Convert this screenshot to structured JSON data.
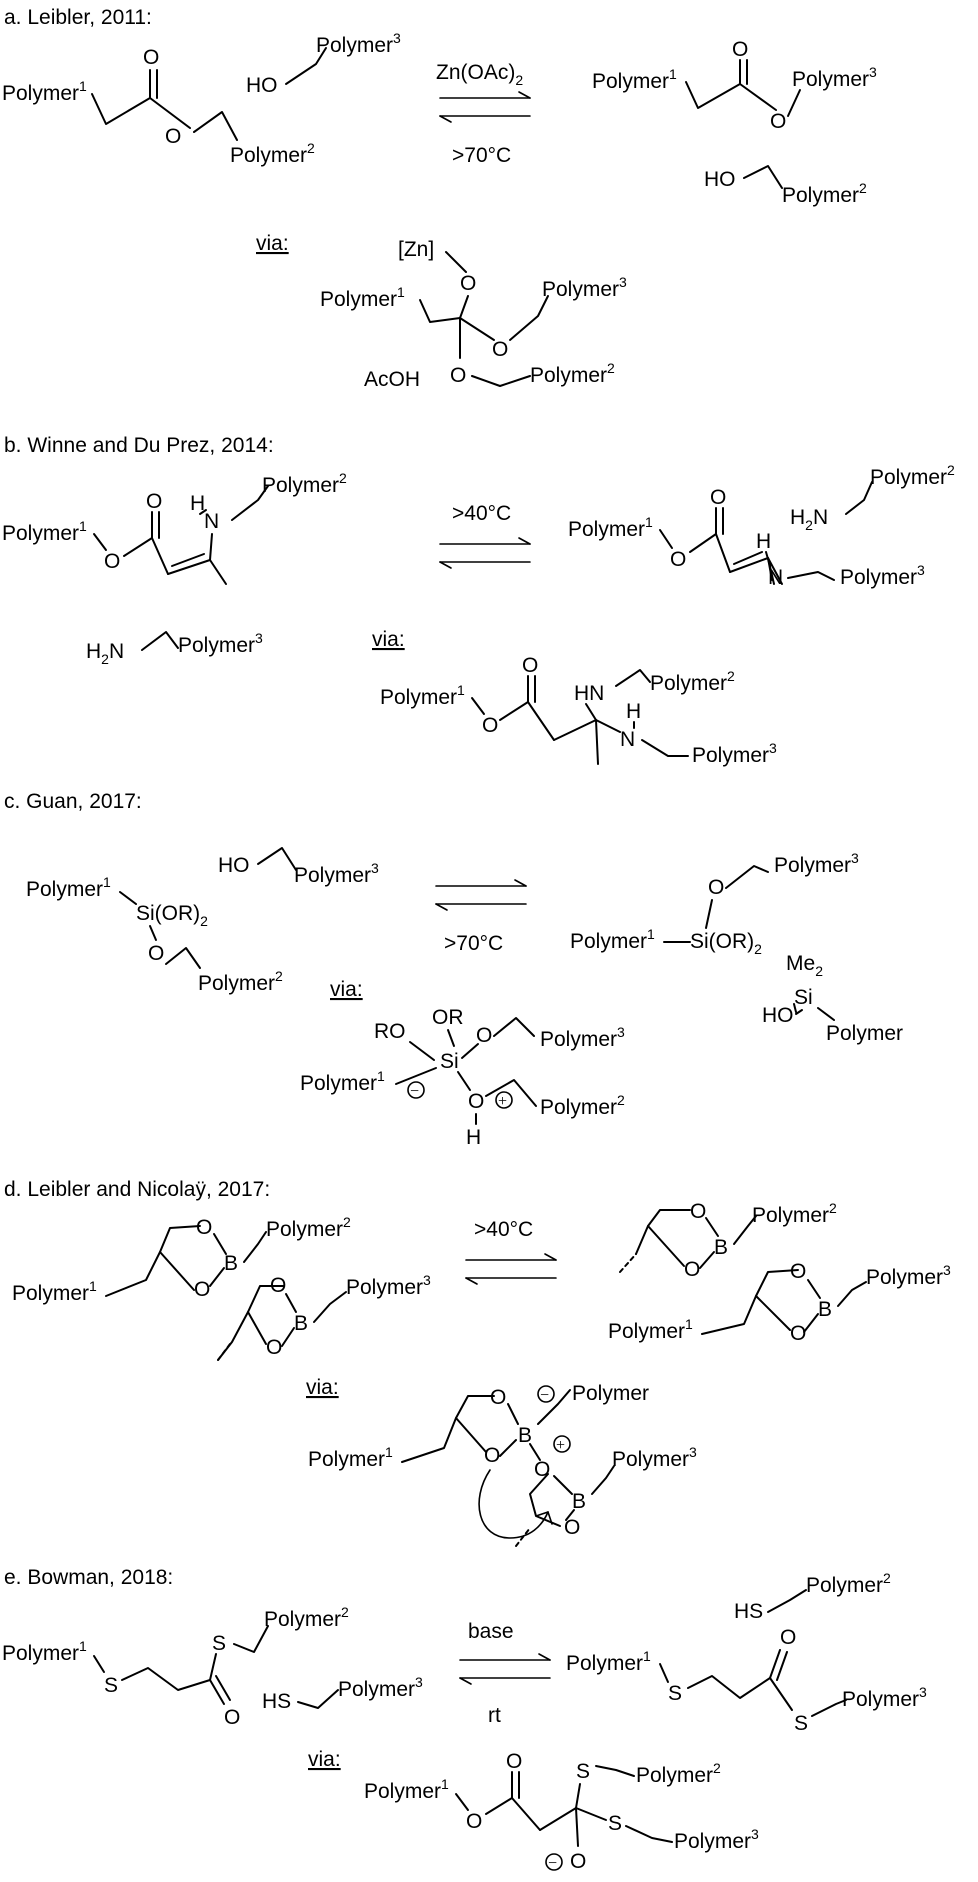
{
  "sections": {
    "a": {
      "heading": "a. Leibler, 2011:",
      "reagent": "Zn(OAc)",
      "reagent_sub": "2",
      "condition": ">70°C",
      "via": "via:",
      "zn": "[Zn]",
      "acid": "AcOH"
    },
    "b": {
      "heading": "b. Winne and Du Prez, 2014:",
      "condition": ">40°C",
      "via": "via:"
    },
    "c": {
      "heading": "c. Guan, 2017:",
      "condition": ">70°C",
      "via": "via:",
      "silicon_group": "Si(OR)",
      "silicon_sub": "2",
      "me": "Me",
      "me_sub": "2",
      "ro": "RO",
      "or": "OR",
      "si": "Si"
    },
    "d": {
      "heading": "d. Leibler and Nicolaÿ, 2017:",
      "condition": ">40°C",
      "via": "via:"
    },
    "e": {
      "heading": "e. Bowman, 2018:",
      "condition_top": "base",
      "condition_bottom": "rt",
      "via": "via:"
    }
  },
  "labels": {
    "polymer": "Polymer",
    "sup1": "1",
    "sup2": "2",
    "sup3": "3",
    "ho": "HO",
    "h2n": "H",
    "h2n_sub": "2",
    "h2n_n": "N",
    "hs": "HS",
    "o": "O",
    "n": "N",
    "h": "H",
    "hn": "HN",
    "s": "S",
    "b": "B",
    "si": "Si",
    "minus": "−",
    "plus": "+"
  }
}
